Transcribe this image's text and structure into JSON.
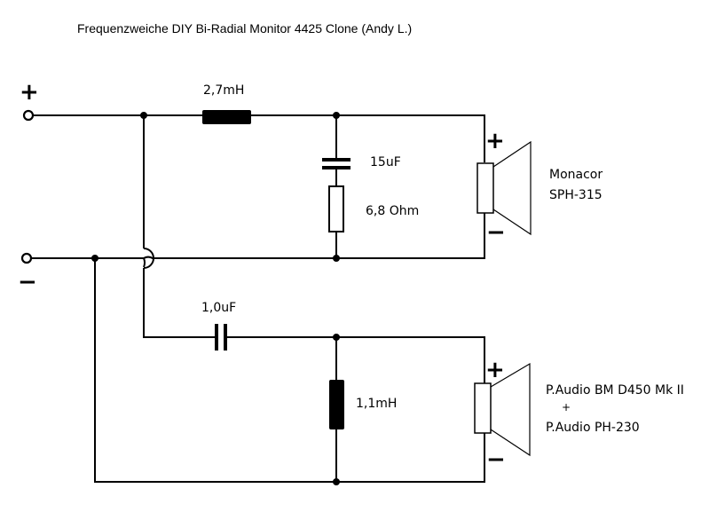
{
  "title": "Frequenzweiche DIY Bi-Radial Monitor 4425 Clone (Andy L.)",
  "terminals": {
    "plus": "+",
    "minus": "−"
  },
  "high_branch": {
    "inductor": "2,7mH",
    "capacitor": "15uF",
    "resistor": "6,8 Ohm",
    "speaker": {
      "line1": "Monacor",
      "line2": "SPH-315",
      "plus": "+",
      "minus": "−"
    }
  },
  "low_branch": {
    "capacitor": "1,0uF",
    "inductor": "1,1mH",
    "speaker": {
      "line1": "P.Audio BM D450 Mk II",
      "line2": "+",
      "line3": "P.Audio PH-230",
      "plus": "+",
      "minus": "−"
    }
  }
}
